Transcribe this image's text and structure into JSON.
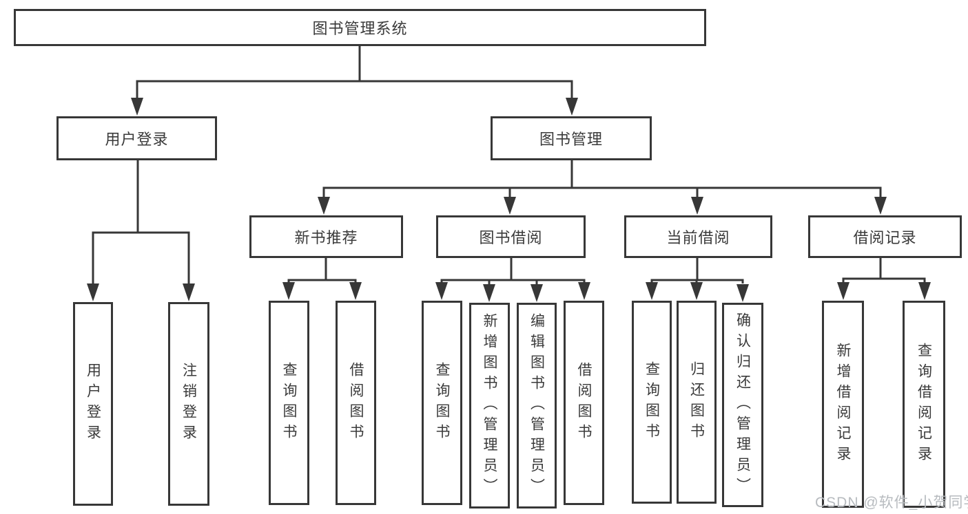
{
  "colors": {
    "line": "#373737",
    "text": "#3a3a3a",
    "watermark": "#b7bbbf",
    "background": "#ffffff"
  },
  "watermark": "CSDN @软件_小贺同学",
  "root": {
    "label": "图书管理系统"
  },
  "branches": [
    {
      "label": "用户登录",
      "children": [
        {
          "label": "用户登录"
        },
        {
          "label": "注销登录"
        }
      ]
    },
    {
      "label": "图书管理",
      "children": [
        {
          "label": "新书推荐",
          "children": [
            {
              "label": "查询图书"
            },
            {
              "label": "借阅图书"
            }
          ]
        },
        {
          "label": "图书借阅",
          "children": [
            {
              "label": "查询图书"
            },
            {
              "label": "新增图书（管理员）"
            },
            {
              "label": "编辑图书（管理员）"
            },
            {
              "label": "借阅图书"
            }
          ]
        },
        {
          "label": "当前借阅",
          "children": [
            {
              "label": "查询图书"
            },
            {
              "label": "归还图书"
            },
            {
              "label": "确认归还（管理员）"
            }
          ]
        },
        {
          "label": "借阅记录",
          "children": [
            {
              "label": "新增借阅记录"
            },
            {
              "label": "查询借阅记录"
            }
          ]
        }
      ]
    }
  ]
}
